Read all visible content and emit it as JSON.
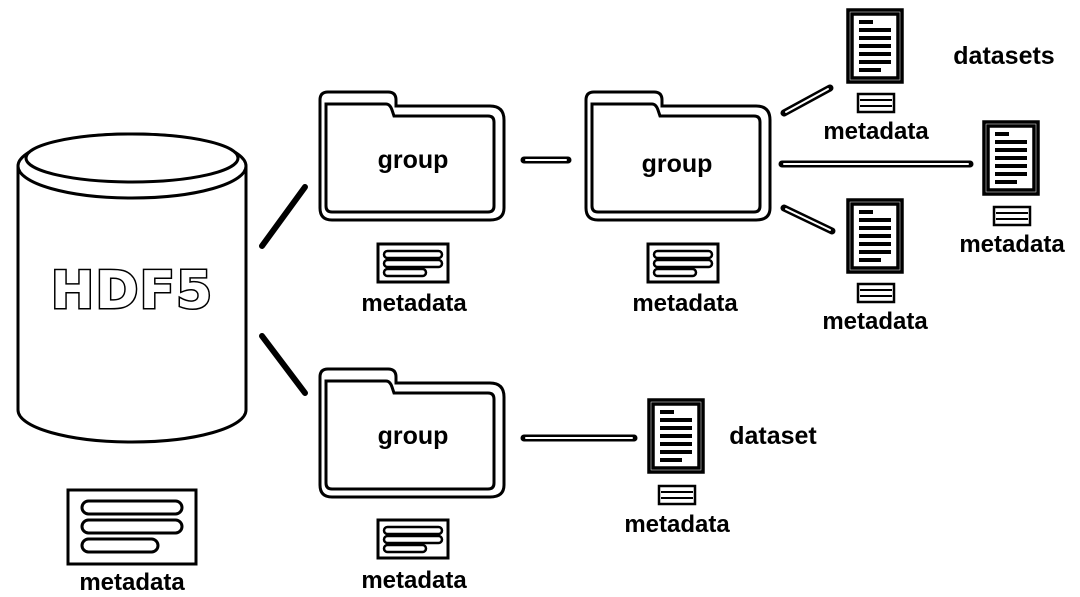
{
  "root": {
    "label": "HDF5",
    "metadata_label": "metadata"
  },
  "group_top": {
    "label": "group",
    "metadata_label": "metadata"
  },
  "group_mid": {
    "label": "group",
    "metadata_label": "metadata"
  },
  "group_bottom": {
    "label": "group",
    "metadata_label": "metadata"
  },
  "dataset_top": {
    "label": "datasets",
    "metadata_label": "metadata"
  },
  "dataset_right": {
    "metadata_label": "metadata"
  },
  "dataset_lower": {
    "metadata_label": "metadata"
  },
  "dataset_bottom": {
    "label": "dataset",
    "metadata_label": "metadata"
  }
}
